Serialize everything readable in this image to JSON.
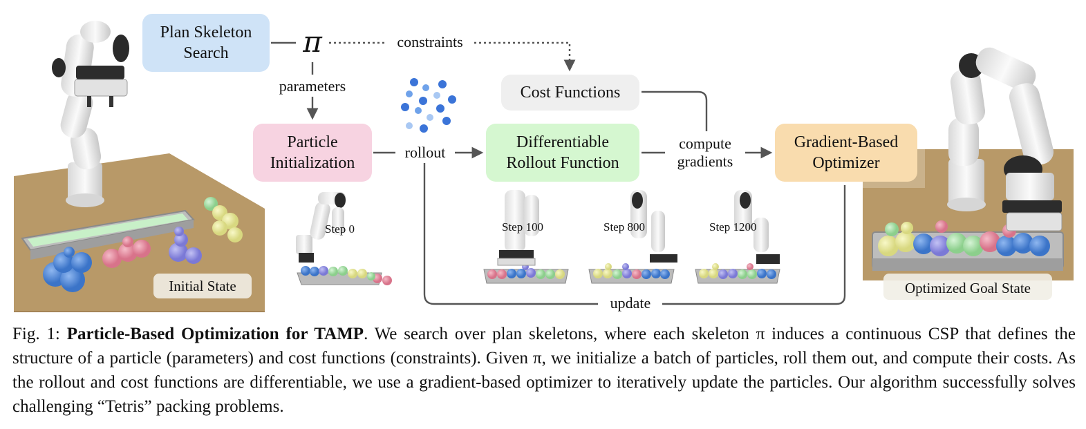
{
  "nodes": {
    "plan_skeleton": "Plan Skeleton\nSearch",
    "particle_init": "Particle\nInitialization",
    "cost_functions": "Cost Functions",
    "diff_rollout": "Differentiable\nRollout Function",
    "optimizer": "Gradient-Based\nOptimizer"
  },
  "symbol_pi": "π",
  "edges": {
    "constraints": "constraints",
    "parameters": "parameters",
    "rollout": "rollout",
    "compute_gradients": "compute\ngradients",
    "update": "update"
  },
  "steps": [
    "Step 0",
    "Step 100",
    "Step 800",
    "Step 1200"
  ],
  "states": {
    "initial": "Initial State",
    "goal": "Optimized Goal State"
  },
  "caption": {
    "prefix": "Fig. 1:  ",
    "title": "Particle-Based Optimization for TAMP",
    "body": ". We search over plan skeletons, where each skeleton π induces a continuous CSP that defines the structure of a particle (parameters) and cost functions (constraints). Given π, we initialize a batch of particles, roll them out, and compute their costs. As the rollout and cost functions are differentiable, we use a gradient-based optimizer to iteratively update the particles. Our algorithm successfully solves challenging “Tetris” packing problems."
  },
  "colors": {
    "plan_skeleton_bg": "#cfe3f7",
    "particle_init_bg": "#f7d3e1",
    "cost_functions_bg": "#efefef",
    "diff_rollout_bg": "#d5f7d0",
    "optimizer_bg": "#f9dcae",
    "arrow": "#555555",
    "table": "#b89968",
    "ball_blue": "#4a84d8",
    "ball_pink": "#e4899c",
    "ball_purple": "#8f8ee0",
    "ball_yellow": "#e7e79a",
    "ball_green": "#a9e0a9"
  }
}
